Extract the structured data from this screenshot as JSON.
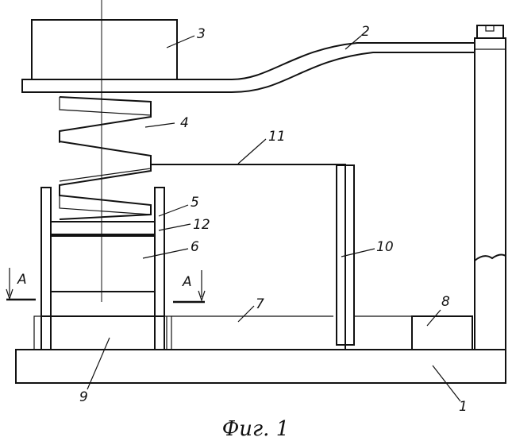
{
  "figure": {
    "caption": "Фиг. 1",
    "callouts": [
      {
        "id": "1",
        "text": "1"
      },
      {
        "id": "2",
        "text": "2"
      },
      {
        "id": "3",
        "text": "3"
      },
      {
        "id": "4",
        "text": "4"
      },
      {
        "id": "5",
        "text": "5"
      },
      {
        "id": "6",
        "text": "6"
      },
      {
        "id": "7",
        "text": "7"
      },
      {
        "id": "8",
        "text": "8"
      },
      {
        "id": "9",
        "text": "9"
      },
      {
        "id": "10",
        "text": "10"
      },
      {
        "id": "11",
        "text": "11"
      },
      {
        "id": "12",
        "text": "12"
      }
    ],
    "section_marks": [
      {
        "id": "A-left",
        "text": "A"
      },
      {
        "id": "A-right",
        "text": "A"
      }
    ]
  }
}
